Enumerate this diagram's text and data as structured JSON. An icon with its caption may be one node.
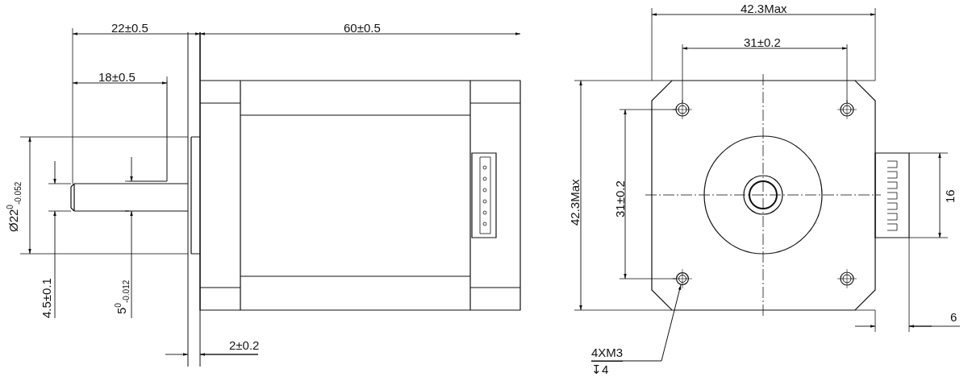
{
  "diagram": {
    "nodes": [
      {
        "text": [
          "4XM3",
          "↧4"
        ]
      },
      {
        "text": [],
        "shape": "circle"
      }
    ],
    "edges": [
      {
        "from": 0,
        "to": 1,
        "arrow": "to"
      }
    ],
    "labels": [
      "22±0.5",
      "60±0.5",
      "18±0.5",
      "Ø22$^{0}$$_{-0.052}$",
      "4.5±0.1",
      "5$^{0}$$_{-0.012}$",
      "2±0.2",
      "42.3Max",
      "31±0.2",
      "42.3Max",
      "31±0.2",
      "16",
      "6"
    ]
  }
}
